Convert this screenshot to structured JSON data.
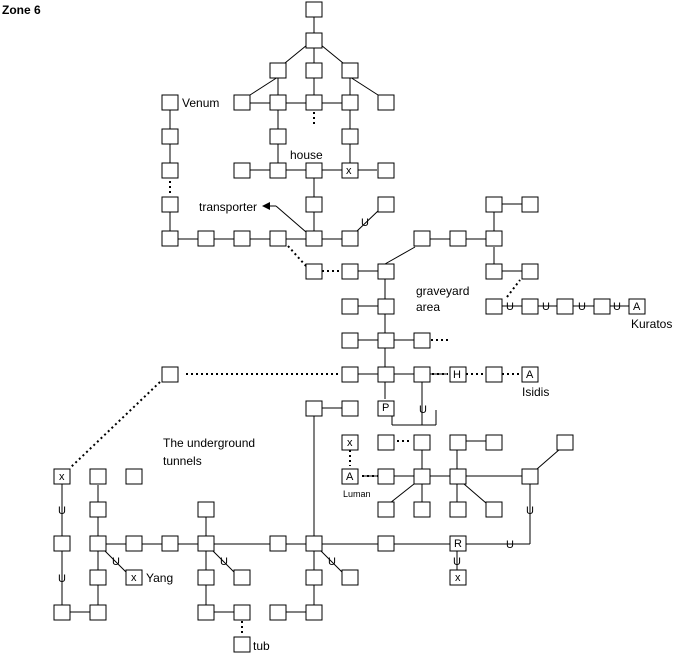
{
  "title": "Zone 6",
  "colors": {
    "line": "#000000",
    "room_fill": "#ffffff",
    "background": "#ffffff"
  },
  "labels": {
    "venum": "Venum",
    "house": "house",
    "transporter": "transporter",
    "graveyard_line1": "graveyard",
    "graveyard_line2": "area",
    "kuratos": "Kuratos",
    "isidis": "Isidis",
    "underground_line1": "The underground",
    "underground_line2": "tunnels",
    "luman": "Luman",
    "yang": "Yang",
    "tub": "tub"
  },
  "room_marks": {
    "x": "x",
    "A": "A",
    "H": "H",
    "P": "P",
    "R": "R"
  },
  "exit_mark": "U"
}
